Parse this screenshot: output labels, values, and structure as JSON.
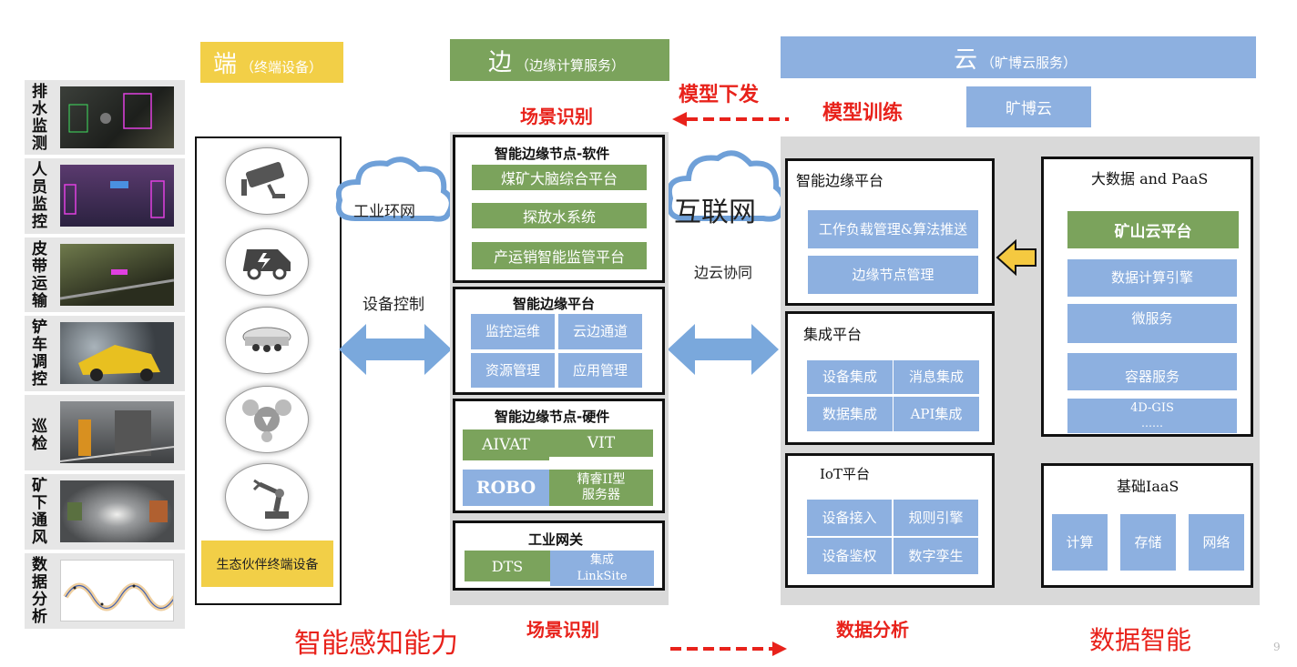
{
  "left_items": [
    {
      "label": "排水监测"
    },
    {
      "label": "人员监控"
    },
    {
      "label": "皮带运输"
    },
    {
      "label": "铲车调控"
    },
    {
      "label": "巡检"
    },
    {
      "label": "矿下通风"
    },
    {
      "label": "数据分析"
    }
  ],
  "headers": {
    "duan_main": "端",
    "duan_sub": "（终端设备）",
    "bian_main": "边",
    "bian_sub": "（边缘计算服务）",
    "yun_main": "云",
    "yun_sub": "（旷博云服务）"
  },
  "terminal": {
    "icons": [
      "camera-icon",
      "electric-vehicle-icon",
      "sensor-dome-icon",
      "drone-icon",
      "robot-arm-icon"
    ],
    "partner_label": "生态伙伴终端设备"
  },
  "network": {
    "industrial_ring": "工业环网",
    "internet": "互联网",
    "device_control": "设备控制",
    "edge_cloud": "边云协同"
  },
  "annotations": {
    "model_deploy": "模型下发",
    "model_training": "模型训练",
    "scene_recognition_top": "场景识别",
    "scene_recognition_bottom": "场景识别",
    "data_analysis": "数据分析",
    "smart_perception": "智能感知能力",
    "data_intelligence": "数据智能",
    "page_number": "9"
  },
  "edge": {
    "software": {
      "title": "智能边缘节点-软件",
      "items": [
        "煤矿大脑综合平台",
        "探放水系统",
        "产运销智能监管平台"
      ]
    },
    "platform": {
      "title": "智能边缘平台",
      "items": [
        "监控运维",
        "云边通道",
        "资源管理",
        "应用管理"
      ]
    },
    "hardware": {
      "title": "智能边缘节点-硬件",
      "items": [
        "AIVAT",
        "VIT",
        "ROBO",
        "精睿II型\n服务器"
      ]
    },
    "gateway": {
      "title": "工业网关",
      "items": [
        "DTS",
        "集成\nLinkSite"
      ]
    }
  },
  "cloud": {
    "kuangbo": "旷博云",
    "edge_platform": {
      "title": "智能边缘平台",
      "items": [
        "工作负载管理&算法推送",
        "边缘节点管理"
      ]
    },
    "integration": {
      "title": "集成平台",
      "items": [
        "设备集成",
        "消息集成",
        "数据集成",
        "API集成"
      ]
    },
    "iot": {
      "title": "IoT平台",
      "items": [
        "设备接入",
        "规则引擎",
        "设备鉴权",
        "数字孪生"
      ]
    },
    "bigdata": {
      "title": "大数据 and PaaS",
      "items": [
        "矿山云平台",
        "数据计算引擎",
        "微服务",
        "容器服务",
        "4D-GIS",
        "……"
      ]
    },
    "iaas": {
      "title": "基础IaaS",
      "items": [
        "计算",
        "存储",
        "网络"
      ]
    }
  },
  "colors": {
    "yellow": "#f2cf47",
    "green": "#7ba35c",
    "blue": "#8db0e0",
    "red": "#e8221b",
    "gray": "#d9d9d9"
  }
}
